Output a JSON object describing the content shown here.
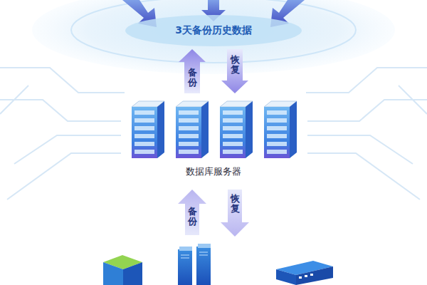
{
  "diagram": {
    "nodes": [
      {
        "text": [
          "3天备份历史数据"
        ]
      },
      {
        "text": [
          "数据库服务器"
        ]
      }
    ],
    "edges": [
      {
        "from": 1,
        "to": 0,
        "label": "备份",
        "arrow": "to"
      },
      {
        "from": 0,
        "to": 1,
        "label": "恢复",
        "arrow": "to"
      }
    ],
    "labels": [
      "备份",
      "恢复"
    ]
  }
}
